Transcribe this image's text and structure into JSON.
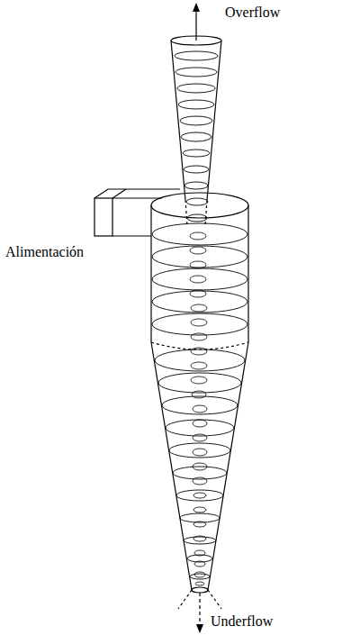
{
  "diagram": {
    "labels": [
      "Overflow",
      "Alimentación",
      "Underflow"
    ]
  }
}
